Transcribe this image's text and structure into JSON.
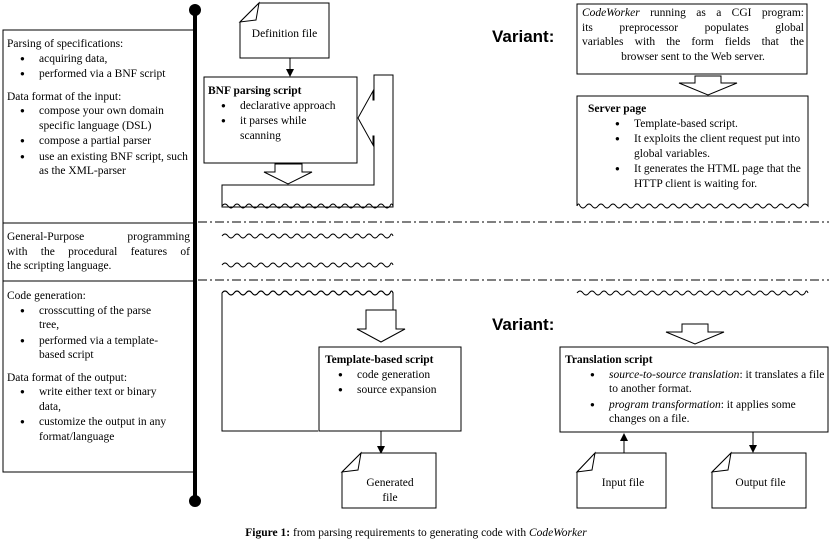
{
  "left_panel": {
    "parsing": {
      "title": "Parsing of specifications:",
      "items": [
        "acquiring data,",
        "performed via a BNF script"
      ],
      "input_title": "Data format of the input:",
      "input_items": [
        "compose your own domain specific language (DSL)",
        "compose a partial parser",
        "use an existing BNF script, such as the XML-parser"
      ]
    },
    "general": {
      "text": [
        "General-Purpose programming",
        "with the procedural features of",
        "the scripting language."
      ]
    },
    "codegen": {
      "title": "Code generation:",
      "items": [
        "crosscutting of the parse tree,",
        "performed via a template-based script"
      ],
      "output_title": "Data format of the output:",
      "output_items": [
        "write either text or binary data,",
        "customize the output in any format/language"
      ]
    }
  },
  "definition_file": "Definition file",
  "bnf": {
    "title": "BNF parsing script",
    "items": [
      "declarative approach",
      "it parses while scanning"
    ]
  },
  "template": {
    "title": "Template-based script",
    "items": [
      "code generation",
      "source expansion"
    ]
  },
  "generated_file": [
    "Generated",
    "file"
  ],
  "variant_labels": [
    "Variant:",
    "Variant:"
  ],
  "cgi": {
    "brand": "CodeWorker",
    "lines": [
      "running as a CGI program:",
      "its preprocessor populates global",
      "variables with the form fields that the",
      "browser sent to the Web server."
    ]
  },
  "server_page": {
    "title": "Server page",
    "items": [
      "Template-based script.",
      "It exploits the client request put into global variables.",
      "It generates the HTML page that the HTTP client is waiting for."
    ]
  },
  "translation": {
    "title": "Translation script",
    "item1_em": "source-to-source translation",
    "item1_rest": ": it translates a file to another format.",
    "item2_em": "program transformation",
    "item2_rest": ": it applies some changes on a file."
  },
  "input_file": "Input file",
  "output_file": "Output file",
  "caption": {
    "label": "Figure 1:",
    "text": " from parsing requirements to generating code with ",
    "brand": "CodeWorker"
  }
}
